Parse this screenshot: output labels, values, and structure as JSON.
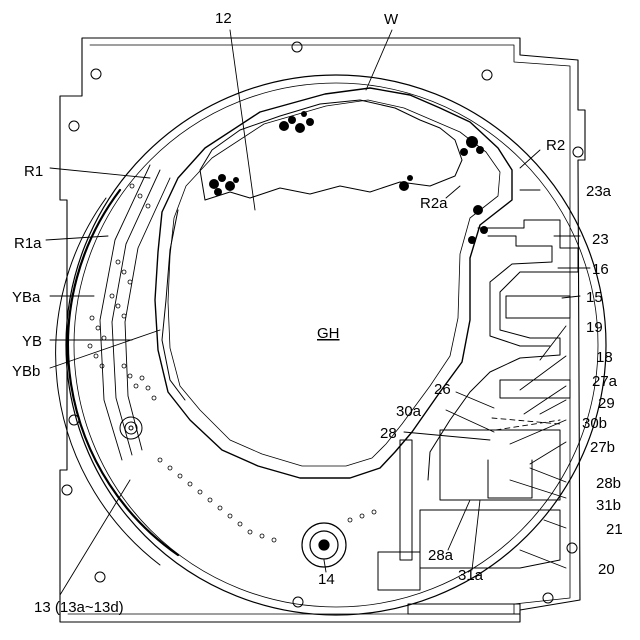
{
  "labels": {
    "l12": "12",
    "lW": "W",
    "lR1": "R1",
    "lR1a": "R1a",
    "lR2": "R2",
    "lR2a": "R2a",
    "l23a": "23a",
    "l23": "23",
    "l16": "16",
    "l15": "15",
    "lYBa": "YBa",
    "lYB": "YB",
    "lYBb": "YBb",
    "l19": "19",
    "l18": "18",
    "lGH": "GH",
    "l26": "26",
    "l27a": "27a",
    "l29": "29",
    "l30a": "30a",
    "l30b": "30b",
    "l28": "28",
    "l27b": "27b",
    "l28b": "28b",
    "l31b": "31b",
    "l21": "21",
    "l28a": "28a",
    "l31a": "31a",
    "l20": "20",
    "l14": "14",
    "l13": "13 (13a~13d)"
  },
  "colors": {
    "ink": "#000000",
    "paper": "#ffffff"
  }
}
